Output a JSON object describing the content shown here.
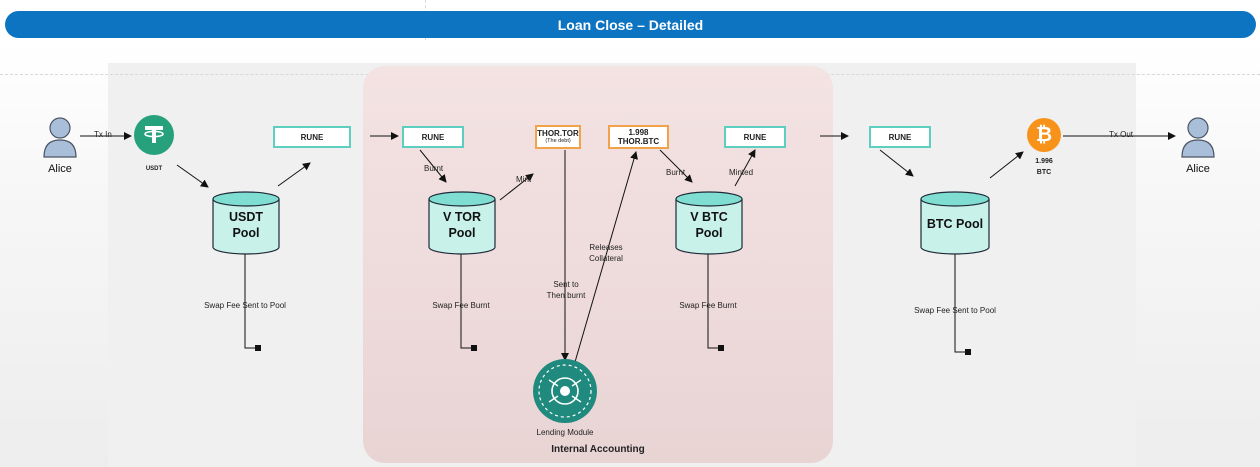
{
  "title": "Loan Close – Detailed",
  "internal_accounting_label": "Internal Accounting",
  "actors": {
    "left": "Alice",
    "right": "Alice"
  },
  "edges": {
    "tx_in": "Tx In",
    "tx_out": "Tx Out",
    "burnt_1": "Burnt",
    "mint": "Mint",
    "burnt_2": "Burnt",
    "minted": "Minted",
    "sent_to_then_burnt": [
      "Sent to",
      "Then burnt"
    ],
    "releases_collateral": [
      "Releases",
      "Collateral"
    ]
  },
  "assets": {
    "usdt": "USDT",
    "btc_amount": "1.996",
    "btc": "BTC",
    "bitcoin_symbol": "₿"
  },
  "boxes": {
    "rune_1": "RUNE",
    "rune_2": "RUNE",
    "rune_3": "RUNE",
    "rune_4": "RUNE",
    "thor_tor": "THOR.TOR",
    "thor_tor_sub": "(The debt)",
    "thor_btc_amount": "1.998",
    "thor_btc": "THOR.BTC"
  },
  "pools": {
    "usdt": [
      "USDT",
      "Pool"
    ],
    "vtor": [
      "V TOR",
      "Pool"
    ],
    "vbtc": [
      "V BTC",
      "Pool"
    ],
    "btc": [
      "BTC Pool"
    ]
  },
  "fees": {
    "usdt_pool": "Swap Fee Sent to Pool",
    "vtor_pool": "Swap Fee Burnt",
    "vbtc_pool": "Swap Fee Burnt",
    "btc_pool": "Swap Fee Sent to Pool"
  },
  "lending_module": "Lending Module",
  "colors": {
    "title_bar": "#0d74c2",
    "box_border": "#5ccfc1",
    "debt_border": "#f2a24a",
    "tether": "#26a17b",
    "bitcoin": "#f7931a",
    "lending": "#1f8a7d",
    "accounting_panel": "#f0dede"
  }
}
